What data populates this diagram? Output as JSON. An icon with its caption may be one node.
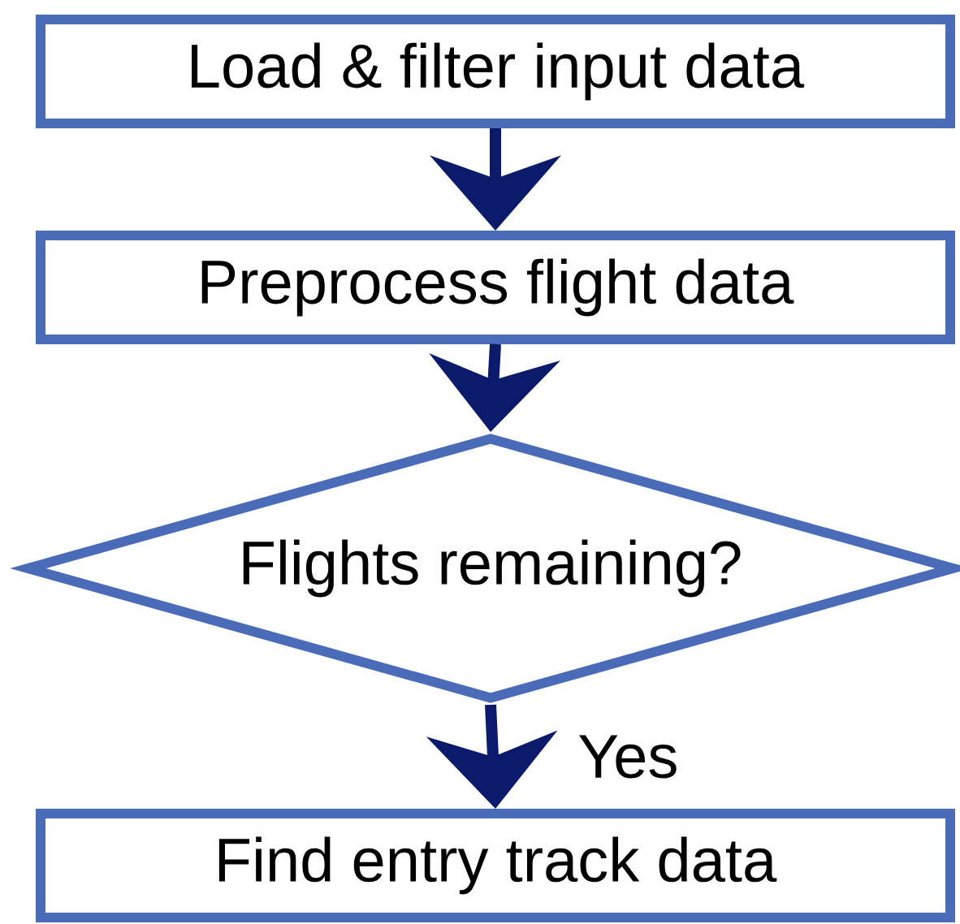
{
  "diagram": {
    "nodes": [
      {
        "text": [
          "Load & filter input data"
        ]
      },
      {
        "text": [
          "Preprocess flight data"
        ]
      },
      {
        "text": [
          "Flights remaining?"
        ]
      },
      {
        "text": [
          "Find entry track data"
        ]
      }
    ],
    "edges": [
      {
        "from": 0,
        "to": 1,
        "arrow": "to"
      },
      {
        "from": 1,
        "to": 2,
        "arrow": "to"
      },
      {
        "from": 2,
        "to": 3,
        "arrow": "to",
        "label": "Yes"
      }
    ]
  }
}
